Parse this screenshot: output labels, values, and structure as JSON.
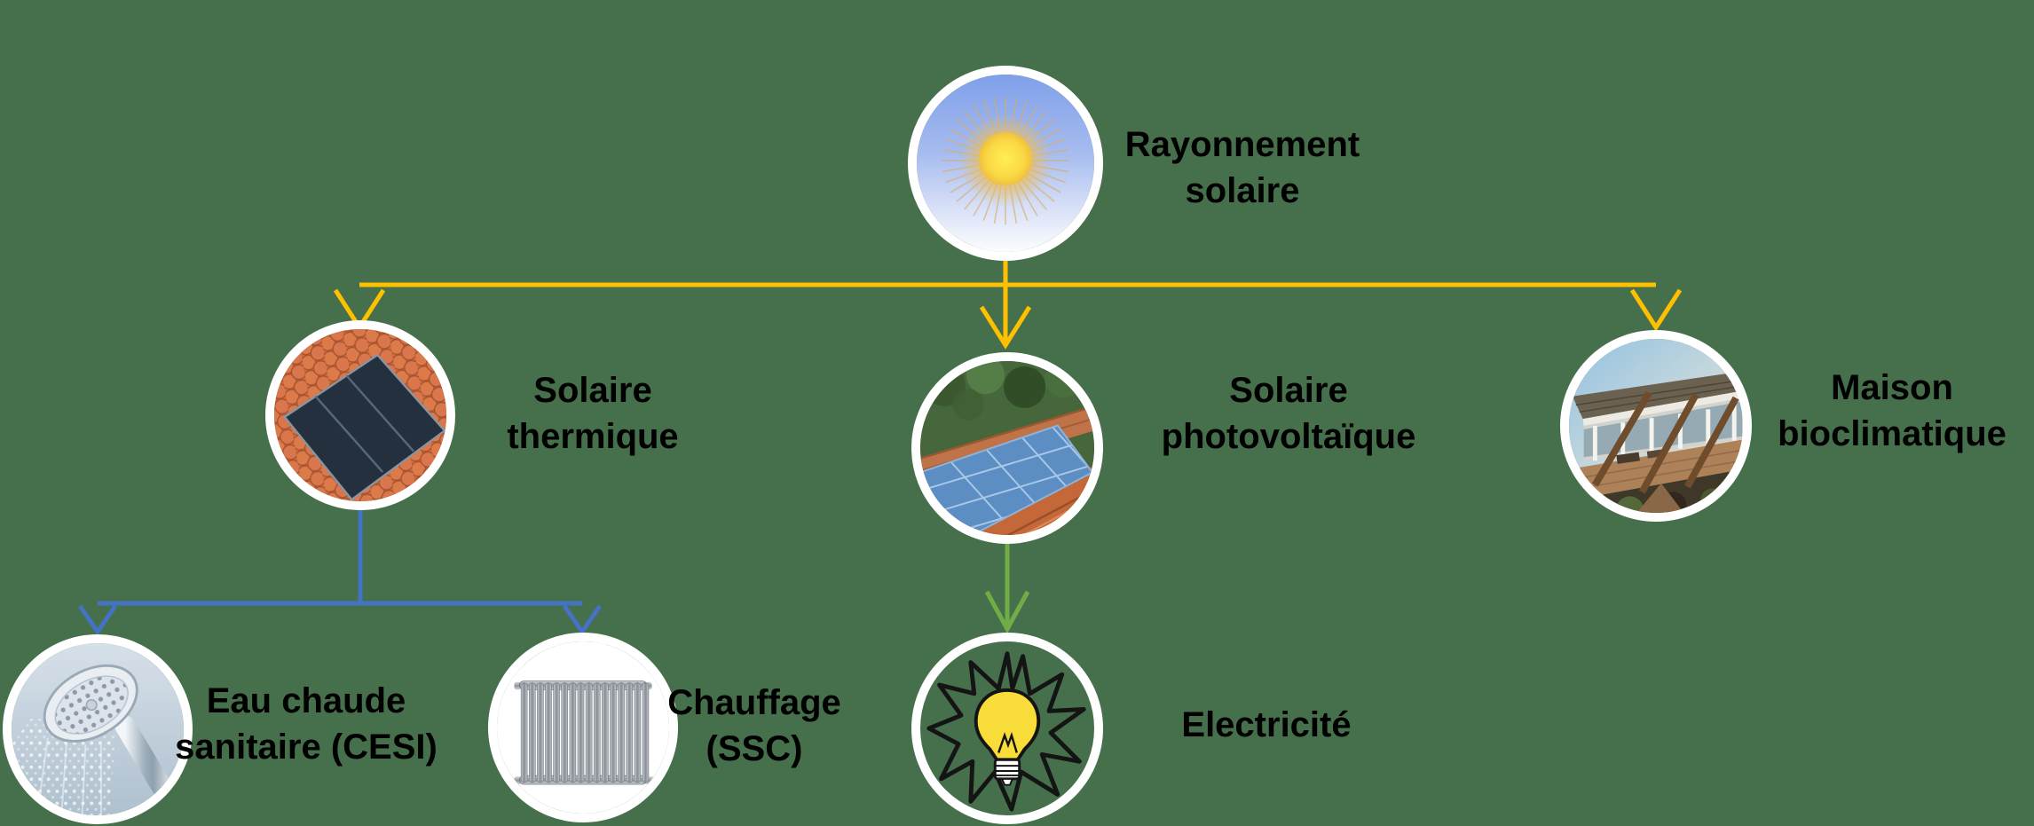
{
  "diagram": {
    "title_semantic": "Types of solar energy use flow diagram",
    "background_color": "#46704B",
    "connector_colors": {
      "solar_radiation_branch": "#FFC000",
      "thermal_branch": "#4472C4",
      "photovoltaic_branch": "#70AD47"
    },
    "node_ring_color": "#FFFFFF",
    "text_color": "#000000",
    "nodes": {
      "rayonnement": {
        "label": "Rayonnement solaire",
        "line1": "Rayonnement",
        "line2": "solaire",
        "image": "sun-illustration"
      },
      "solaire_thermique": {
        "label": "Solaire thermique",
        "line1": "Solaire",
        "line2": "thermique",
        "image": "solar-thermal-panel-on-tiled-roof-photo"
      },
      "solaire_photovoltaique": {
        "label": "Solaire photovoltaïque",
        "line1": "Solaire",
        "line2": "photovoltaïque",
        "image": "photovoltaic-panels-on-tiled-roof-photo"
      },
      "maison_bioclimatique": {
        "label": "Maison bioclimatique",
        "line1": "Maison",
        "line2": "bioclimatique",
        "image": "bioclimatic-house-photo"
      },
      "eau_chaude": {
        "label": "Eau chaude sanitaire (CESI)",
        "line1": "Eau chaude",
        "line2": "sanitaire (CESI)",
        "image": "shower-head-photo"
      },
      "chauffage": {
        "label": "Chauffage (SSC)",
        "line1": "Chauffage",
        "line2": "(SSC)",
        "image": "column-radiator-photo"
      },
      "electricite": {
        "label": "Electricité",
        "line1": "Electricité",
        "image": "light-bulb-clipart"
      }
    }
  }
}
